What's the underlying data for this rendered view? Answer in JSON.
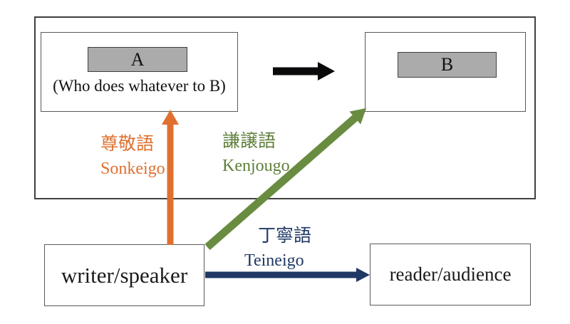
{
  "figure": {
    "top_group": {
      "box_a": {
        "chip": "A",
        "caption": "(Who does whatever to B)"
      },
      "box_b": {
        "chip": "B"
      },
      "action_arrow": {
        "color": "#0A0A0C"
      }
    },
    "bottom_row": {
      "writer_box": {
        "label": "writer/speaker"
      },
      "reader_box": {
        "label": "reader/audience"
      }
    },
    "honorifics": {
      "sonkeigo": {
        "kanji": "尊敬語",
        "romaji": "Sonkeigo",
        "color": "#E0702F"
      },
      "kenjougo": {
        "kanji": "謙譲語",
        "romaji": "Kenjougo",
        "color": "#698C41"
      },
      "teineigo": {
        "kanji": "丁寧語",
        "romaji": "Teineigo",
        "color": "#1F3864"
      }
    },
    "chip_fill": "#ABABAB",
    "frame_border": "#404040"
  }
}
